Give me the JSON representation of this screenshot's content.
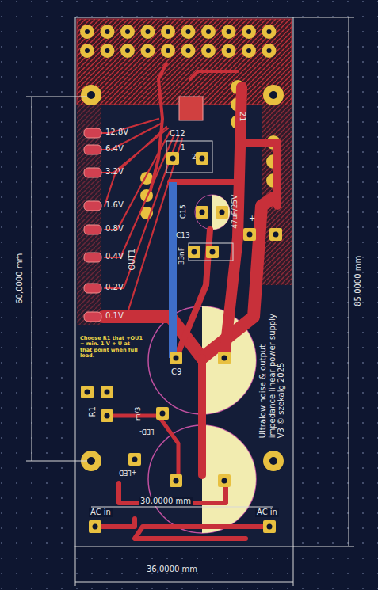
{
  "diagram": {
    "labels": [
      "12.8V",
      "6.4V",
      "3.2V",
      "1.6V",
      "0.8V",
      "0.4V",
      "0.2V",
      "0.1V",
      "C12",
      "1",
      "2",
      "C15",
      "47uF/25V",
      "+",
      "C13",
      "33nF",
      "OUT1",
      "Z1",
      "Choose R1 that +OU1 = min. 1 V + U at that point when full load.",
      "R1",
      "m/3",
      "C9",
      "LED-",
      "+LED",
      "Ultralow noise & output impedance linear power supply V3 © szekalg 2025",
      "30,0000 mm",
      "36,0000 mm",
      "60,0000 mm",
      "85,0000 mm",
      "AC in",
      "AC in"
    ]
  }
}
